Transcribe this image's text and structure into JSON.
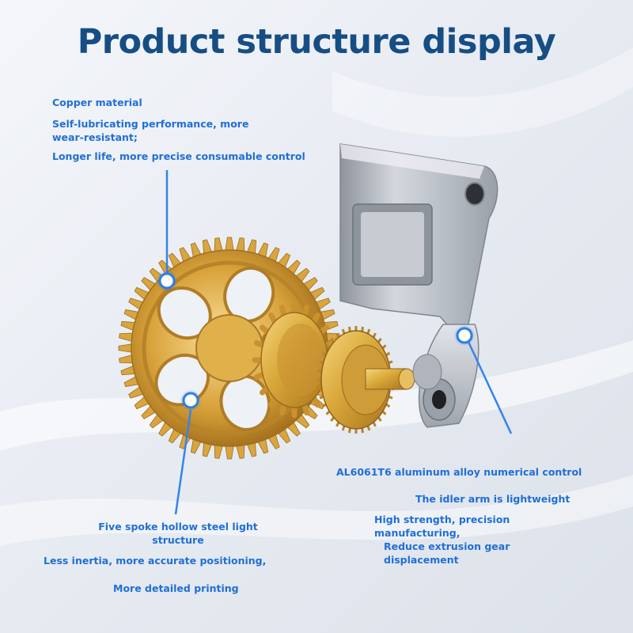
{
  "title": "Product structure display",
  "colors": {
    "title": "#164e84",
    "label_blue": "#1f6fd6",
    "leader_line": "#3484ea",
    "brass": "#d9a83a",
    "aluminum": "#b9bec6"
  },
  "callouts": {
    "copper": {
      "heading": "Copper material",
      "line1a": "Self-lubricating performance, more",
      "line1b": "wear-resistant;",
      "line2": "Longer life, more precise consumable control"
    },
    "spoke": {
      "line1a": "Five spoke hollow steel light",
      "line1b": "structure",
      "line2": "Less inertia, more accurate positioning,",
      "line3": "More detailed printing"
    },
    "aluminum": {
      "heading": "AL6061T6 aluminum alloy numerical control",
      "line1": "The idler arm is lightweight",
      "line2a": "High strength, precision",
      "line2b": "manufacturing,",
      "line3a": "Reduce extrusion gear",
      "line3b": "displacement"
    }
  },
  "icons": [
    "callout-dot-icon",
    "callout-dot-icon",
    "callout-dot-icon"
  ]
}
